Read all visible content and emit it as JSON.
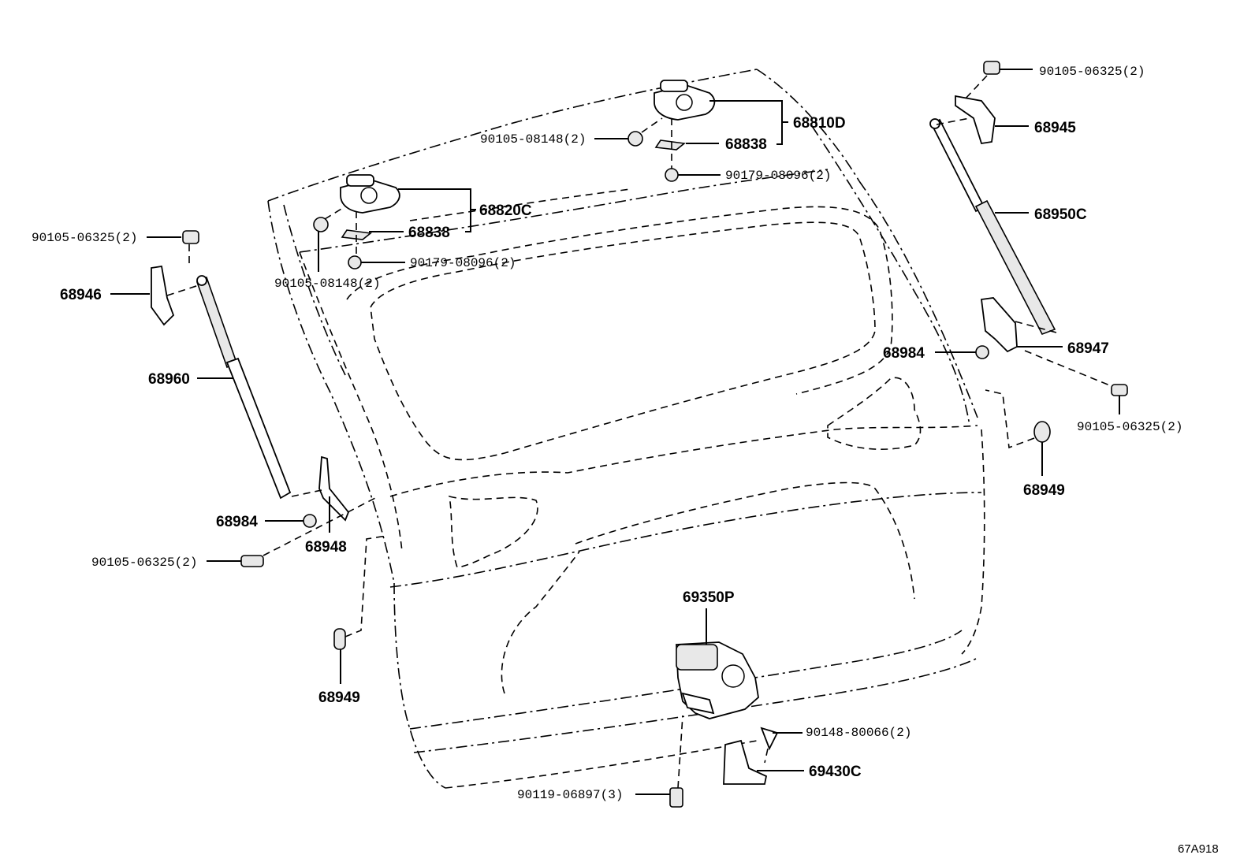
{
  "diagram_code": "67A918",
  "parts": {
    "bolt_top_right": "90105-06325(2)",
    "hinge_bracket_right_upper": "68945",
    "hinge_right_group": "68810D",
    "shim_right": "68838",
    "bolt_hinge_right": "90105-08148(2)",
    "nut_hinge_right": "90179-08096(2)",
    "strut_right": "68950C",
    "hinge_left_group": "68820C",
    "shim_left": "68838",
    "bolt_hinge_left": "90105-08148(2)",
    "nut_hinge_left": "90179-08096(2)",
    "bolt_top_left": "90105-06325(2)",
    "bracket_left_upper": "68946",
    "strut_left": "68960",
    "nut_left_lower": "68984",
    "bracket_left_lower": "68948",
    "bolt_left_lower": "90105-06325(2)",
    "cushion_left": "68949",
    "nut_right_lower": "68984",
    "bracket_right_lower": "68947",
    "bolt_right_lower": "90105-06325(2)",
    "cushion_right": "68949",
    "lock_assembly": "69350P",
    "screw_striker": "90148-80066(2)",
    "striker": "69430C",
    "bolt_lock": "90119-06897(3)"
  }
}
